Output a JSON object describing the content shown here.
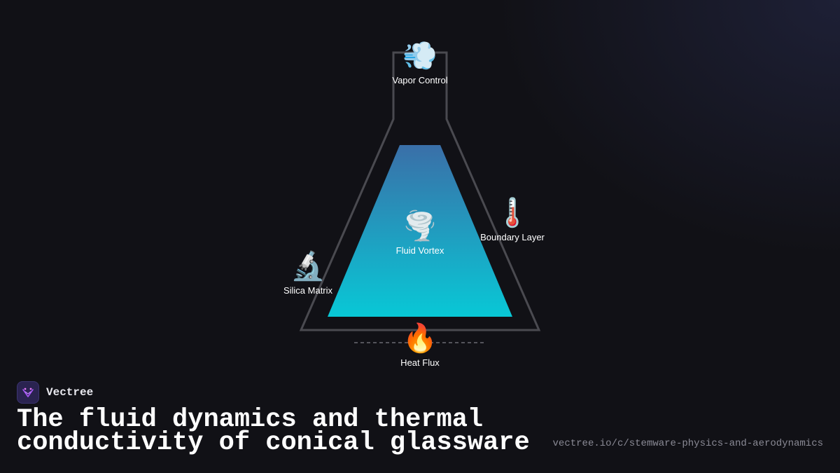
{
  "diagram": {
    "nodes": {
      "vapor_control": {
        "label": "Vapor Control",
        "icon": "dashing-away-icon",
        "glyph": "💨"
      },
      "fluid_vortex": {
        "label": "Fluid Vortex",
        "icon": "tornado-icon",
        "glyph": "🌪️"
      },
      "boundary_layer": {
        "label": "Boundary Layer",
        "icon": "thermometer-icon",
        "glyph": "🌡️"
      },
      "silica_matrix": {
        "label": "Silica Matrix",
        "icon": "microscope-icon",
        "glyph": "🔬"
      },
      "heat_flux": {
        "label": "Heat Flux",
        "icon": "fire-icon",
        "glyph": "🔥"
      }
    },
    "colors": {
      "flask_outline": "#4a4a50",
      "liquid_top": "#3a6fa8",
      "liquid_bottom": "#08c8d6",
      "heat_line": "#6a6a72"
    }
  },
  "brand": {
    "name": "Vectree",
    "logo_icon": "vectree-logo-icon",
    "logo_color": "#a855f7"
  },
  "headline": "The fluid dynamics and thermal conductivity of conical glassware",
  "source_url": "vectree.io/c/stemware-physics-and-aerodynamics"
}
